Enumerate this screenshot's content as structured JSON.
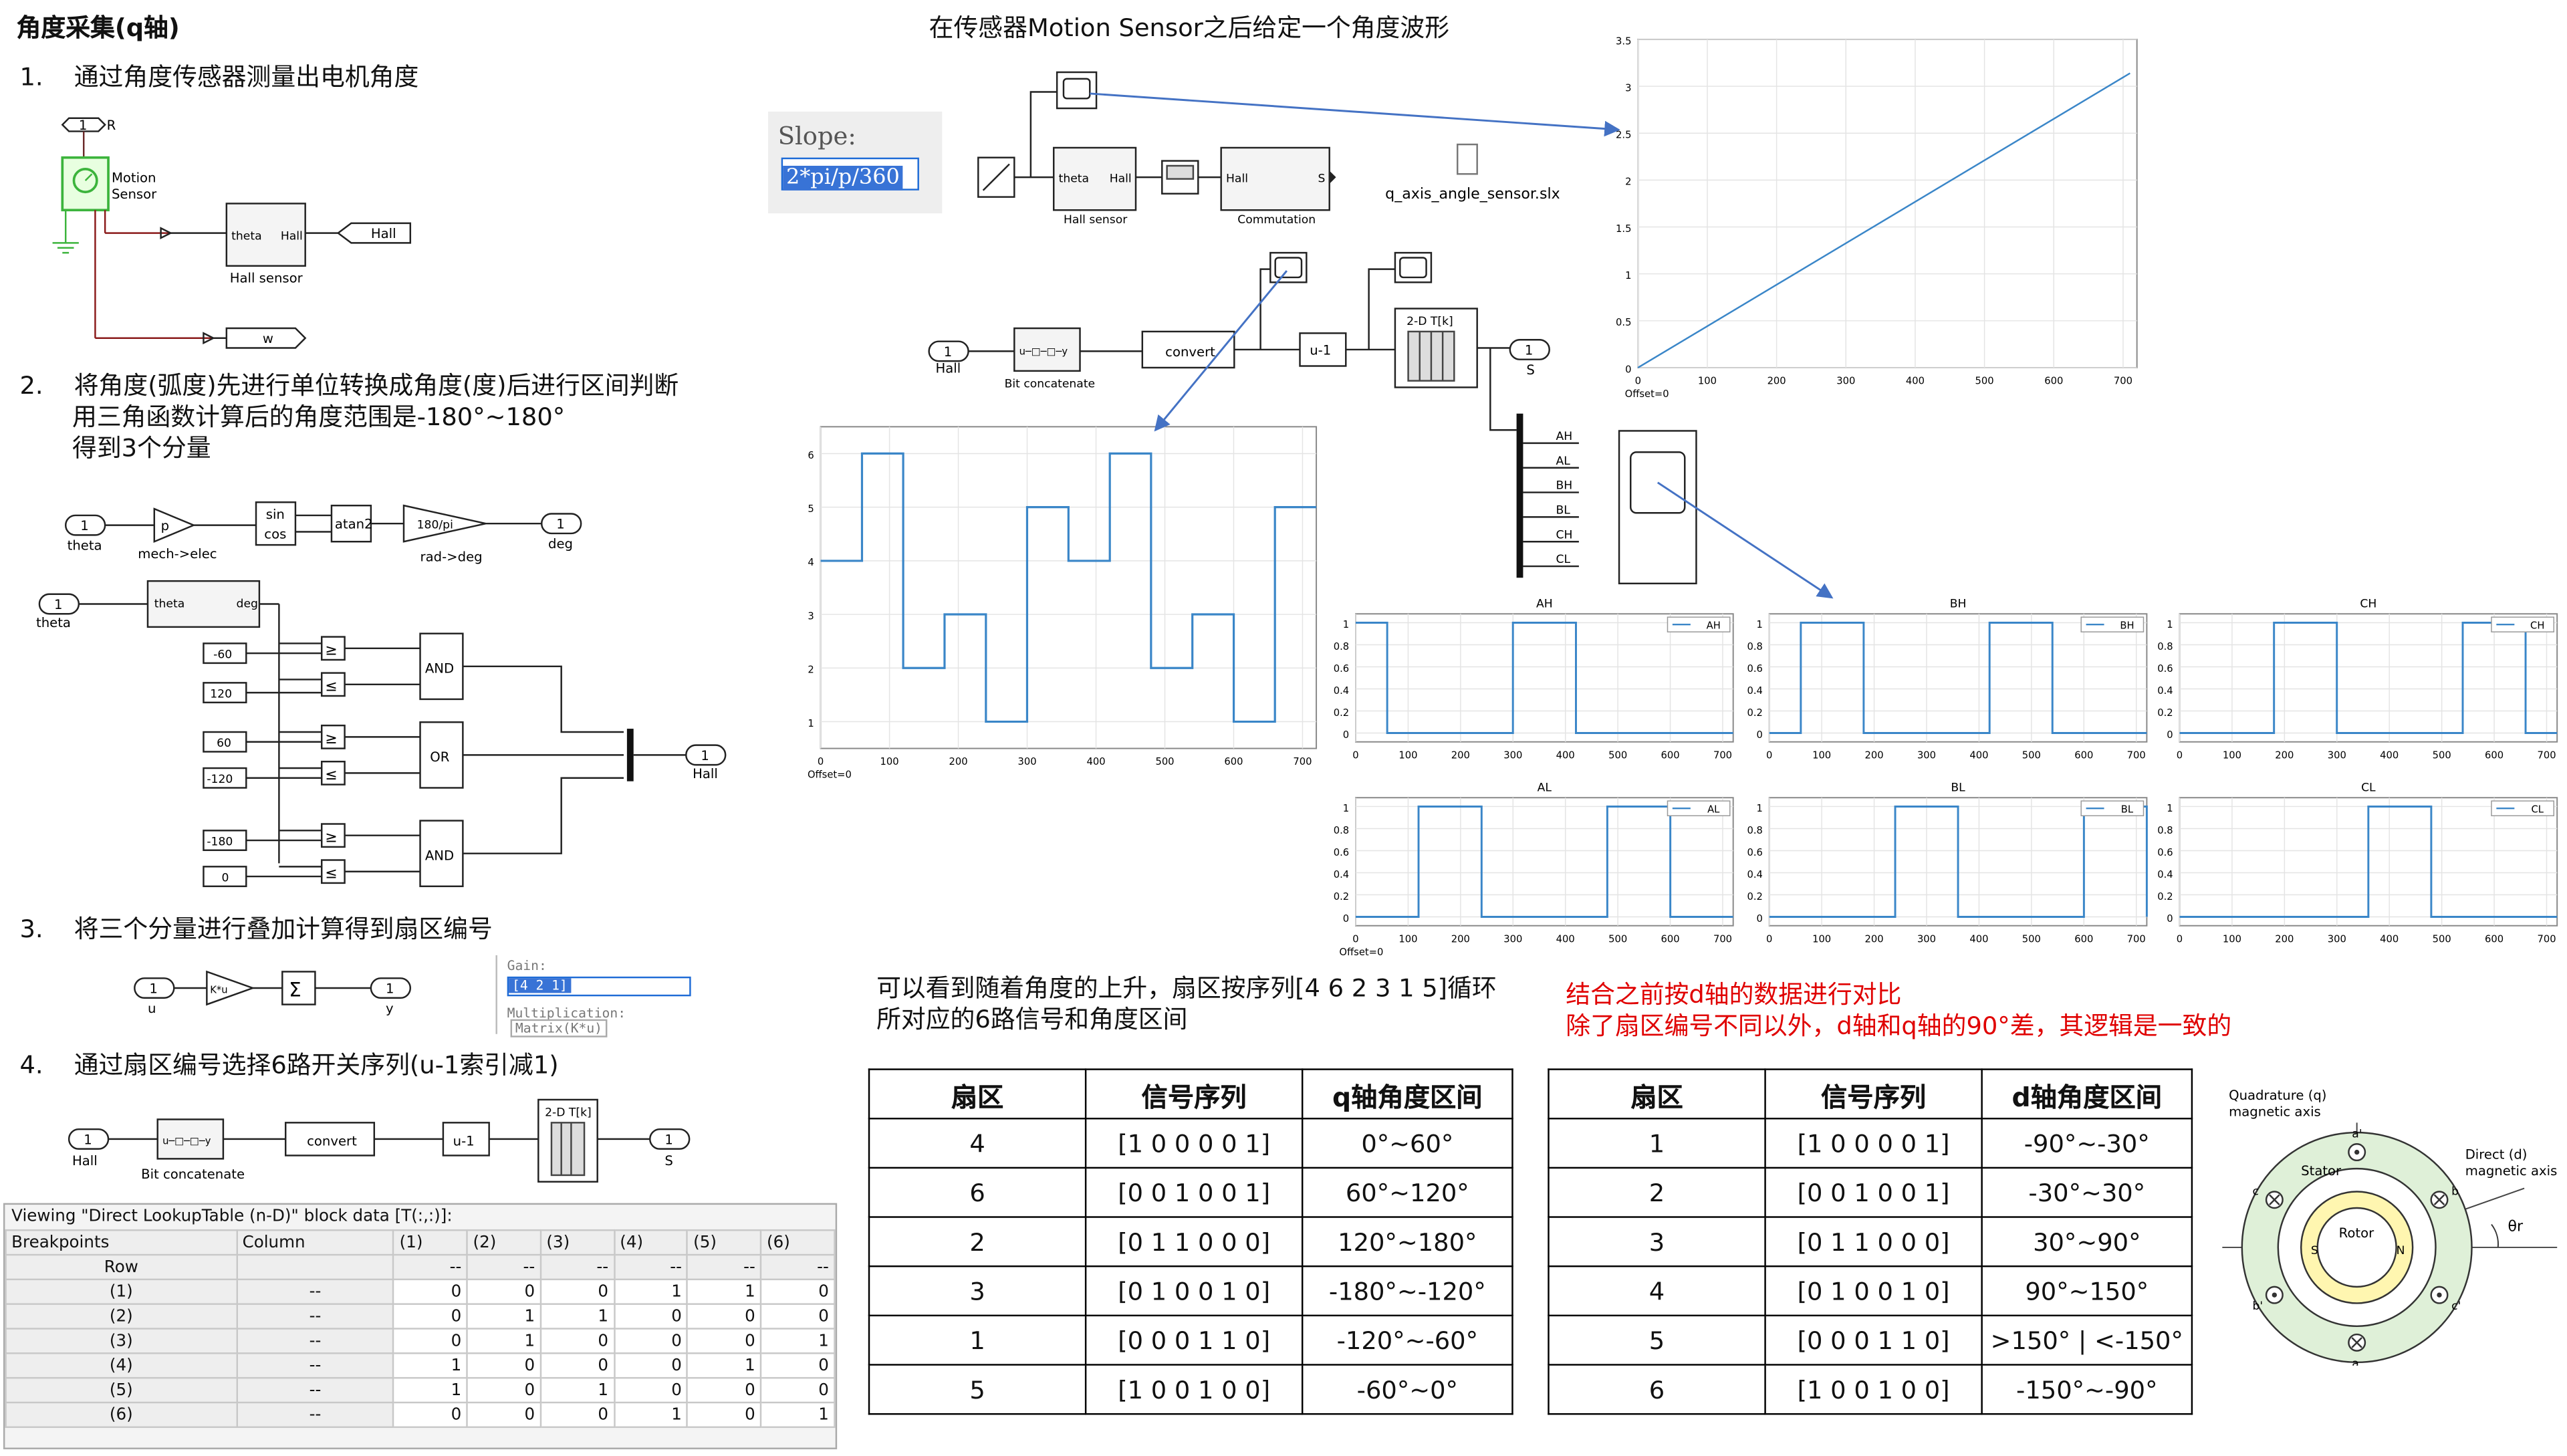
{
  "page": {
    "title": "角度采集(q轴)",
    "steps": [
      {
        "num": "1.",
        "text": "通过角度传感器测量出电机角度"
      },
      {
        "num": "2.",
        "text": "将角度(弧度)先进行单位转换成角度(度)后进行区间判断",
        "text2": "用三角函数计算后的角度范围是-180°~180°",
        "text3": "得到3个分量"
      },
      {
        "num": "3.",
        "text": "将三个分量进行叠加计算得到扇区编号"
      },
      {
        "num": "4.",
        "text": "通过扇区编号选择6路开关序列(u-1索引减1)"
      }
    ],
    "right_title": "在传感器Motion Sensor之后给定一个角度波形",
    "note": {
      "line1": "可以看到随着角度的上升，扇区按序列[4 6 2 3 1 5]循环",
      "line2": "所对应的6路信号和角度区间"
    },
    "red_note": {
      "line1": "结合之前按d轴的数据进行对比",
      "line2": "除了扇区编号不同以外，d轴和q轴的90°差，其逻辑是一致的"
    }
  },
  "colors": {
    "line": "#3a86c8",
    "red": "#e00000",
    "arrow": "#4472c4"
  },
  "diagram1": {
    "motion_label": "Motion",
    "sensor_label": "Sensor",
    "r_label": "R",
    "port1": "1",
    "theta": "theta",
    "hall": "Hall",
    "hall_sensor": "Hall sensor",
    "out_hall": "Hall",
    "out_w": "w"
  },
  "diagram2": {
    "in_theta": "theta",
    "in_num": "1",
    "p": "p",
    "mech_elec": "mech->elec",
    "sin": "sin",
    "cos": "cos",
    "atan2": "atan2",
    "gain": "180/pi",
    "rad_deg": "rad->deg",
    "out_deg": "deg",
    "out_num": "1"
  },
  "diagram3": {
    "in_theta": "theta",
    "in_num": "1",
    "sub_theta": "theta",
    "sub_deg": "deg",
    "consts": [
      "-60",
      "120",
      "60",
      "-120",
      "-180",
      "0"
    ],
    "ge": "≥",
    "le": "≤",
    "and1": "AND",
    "or": "OR",
    "and2": "AND",
    "out_hall": "Hall",
    "out_num": "1"
  },
  "diagram4": {
    "u": "u",
    "in_num": "1",
    "gain": "K*u",
    "sum": "Σ",
    "y": "y",
    "out_num": "1",
    "gain_label": "Gain:",
    "gain_value": "[4 2 1]",
    "mult_label": "Multiplication:",
    "mult_value": "Matrix(K*u)"
  },
  "diagram5": {
    "hall": "Hall",
    "in_num": "1",
    "bitcat": "Bit concatenate",
    "bitcat_icon": "u─□─□─y",
    "convert": "convert",
    "u1": "u-1",
    "lut": "2-D T[k]",
    "out_s": "S",
    "out_num": "1"
  },
  "lookup": {
    "title": "Viewing \"Direct LookupTable (n-D)\" block data [T(:,:)]:",
    "col_headers": [
      "Breakpoints",
      "Column",
      "(1)",
      "(2)",
      "(3)",
      "(4)",
      "(5)",
      "(6)"
    ],
    "sub_headers": [
      "Row",
      "",
      "--",
      "--",
      "--",
      "--",
      "--",
      "--"
    ],
    "rows": [
      [
        "(1)",
        "--",
        "0",
        "0",
        "0",
        "1",
        "1",
        "0"
      ],
      [
        "(2)",
        "--",
        "0",
        "1",
        "1",
        "0",
        "0",
        "0"
      ],
      [
        "(3)",
        "--",
        "0",
        "1",
        "0",
        "0",
        "0",
        "1"
      ],
      [
        "(4)",
        "--",
        "1",
        "0",
        "0",
        "0",
        "1",
        "0"
      ],
      [
        "(5)",
        "--",
        "1",
        "0",
        "1",
        "0",
        "0",
        "0"
      ],
      [
        "(6)",
        "--",
        "0",
        "0",
        "0",
        "1",
        "0",
        "1"
      ]
    ]
  },
  "slope": {
    "label": "Slope:",
    "value": "2*pi/p/360"
  },
  "top_model": {
    "theta": "theta",
    "hall": "Hall",
    "hall_sensor": "Hall sensor",
    "hall2": "Hall",
    "s": "S",
    "commutation": "Commutation",
    "file": "q_axis_angle_sensor.slx"
  },
  "mid_model": {
    "hall": "Hall",
    "in_num": "1",
    "bitcat": "Bit concatenate",
    "convert": "convert",
    "u1": "u-1",
    "lut": "2-D T[k]",
    "out_s": "S",
    "out_num": "1",
    "demux": [
      "AH",
      "AL",
      "BH",
      "BL",
      "CH",
      "CL"
    ]
  },
  "chart_data": [
    {
      "type": "line",
      "title": "",
      "x": [
        0,
        710
      ],
      "y": [
        0,
        3.14
      ],
      "xlim": [
        0,
        720
      ],
      "ylim": [
        0,
        3.5
      ],
      "xticks": [
        "0",
        "100",
        "200",
        "300",
        "400",
        "500",
        "600",
        "700"
      ],
      "yticks": [
        "0",
        "0.5",
        "1",
        "1.5",
        "2",
        "2.5",
        "3",
        "3.5"
      ],
      "offset": "Offset=0"
    },
    {
      "type": "line",
      "title": "",
      "x": [
        0,
        60,
        60,
        120,
        120,
        180,
        180,
        240,
        240,
        300,
        300,
        360,
        360,
        420,
        420,
        480,
        480,
        540,
        540,
        600,
        600,
        660,
        660,
        720
      ],
      "y": [
        4,
        4,
        6,
        6,
        2,
        2,
        3,
        3,
        1,
        1,
        5,
        5,
        4,
        4,
        6,
        6,
        2,
        2,
        3,
        3,
        1,
        1,
        5,
        5
      ],
      "xlim": [
        0,
        720
      ],
      "ylim": [
        0.5,
        6.5
      ],
      "xticks": [
        "0",
        "100",
        "200",
        "300",
        "400",
        "500",
        "600",
        "700"
      ],
      "yticks": [
        "1",
        "2",
        "3",
        "4",
        "5",
        "6"
      ],
      "offset": "Offset=0"
    },
    {
      "type": "line",
      "title": "AH",
      "legend": "AH",
      "on": [
        [
          0,
          60
        ],
        [
          300,
          420
        ]
      ]
    },
    {
      "type": "line",
      "title": "BH",
      "legend": "BH",
      "on": [
        [
          60,
          180
        ],
        [
          420,
          540
        ]
      ]
    },
    {
      "type": "line",
      "title": "CH",
      "legend": "CH",
      "on": [
        [
          180,
          300
        ],
        [
          540,
          660
        ]
      ]
    },
    {
      "type": "line",
      "title": "AL",
      "legend": "AL",
      "on": [
        [
          120,
          240
        ],
        [
          480,
          600
        ]
      ]
    },
    {
      "type": "line",
      "title": "BL",
      "legend": "BL",
      "on": [
        [
          240,
          360
        ],
        [
          600,
          720
        ]
      ]
    },
    {
      "type": "line",
      "title": "CL",
      "legend": "CL",
      "on": [
        [
          360,
          480
        ],
        [
          0,
          0
        ]
      ]
    }
  ],
  "scope_axes": {
    "xticks": [
      "0",
      "100",
      "200",
      "300",
      "400",
      "500",
      "600",
      "700"
    ],
    "yticks": [
      "0",
      "0.2",
      "0.4",
      "0.6",
      "0.8",
      "1"
    ],
    "offset": "Offset=0"
  },
  "table_q": {
    "headers": [
      "扇区",
      "信号序列",
      "q轴角度区间"
    ],
    "rows": [
      [
        "4",
        "[1 0 0 0 0 1]",
        "0°~60°"
      ],
      [
        "6",
        "[0 0 1 0 0 1]",
        "60°~120°"
      ],
      [
        "2",
        "[0 1 1 0 0 0]",
        "120°~180°"
      ],
      [
        "3",
        "[0 1 0 0 1 0]",
        "-180°~-120°"
      ],
      [
        "1",
        "[0 0 0 1 1 0]",
        "-120°~-60°"
      ],
      [
        "5",
        "[1 0 0 1 0 0]",
        "-60°~0°"
      ]
    ]
  },
  "table_d": {
    "headers": [
      "扇区",
      "信号序列",
      "d轴角度区间"
    ],
    "rows": [
      [
        "1",
        "[1 0 0 0 0 1]",
        "-90°~-30°"
      ],
      [
        "2",
        "[0 0 1 0 0 1]",
        "-30°~30°"
      ],
      [
        "3",
        "[0 1 1 0 0 0]",
        "30°~90°"
      ],
      [
        "4",
        "[0 1 0 0 1 0]",
        "90°~150°"
      ],
      [
        "5",
        "[0 0 0 1 1 0]",
        ">150° | <-150°"
      ],
      [
        "6",
        "[1 0 0 1 0 0]",
        "-150°~-90°"
      ]
    ]
  },
  "motor": {
    "q_axis": "Quadrature (q)",
    "q_axis2": "magnetic axis",
    "d_axis": "Direct (d)",
    "d_axis2": "magnetic axis",
    "stator": "Stator",
    "rotor": "Rotor",
    "labels": [
      "a'",
      "b",
      "c'",
      "a",
      "b'",
      "c"
    ],
    "theta": "θr",
    "N": "N",
    "S": "S"
  }
}
